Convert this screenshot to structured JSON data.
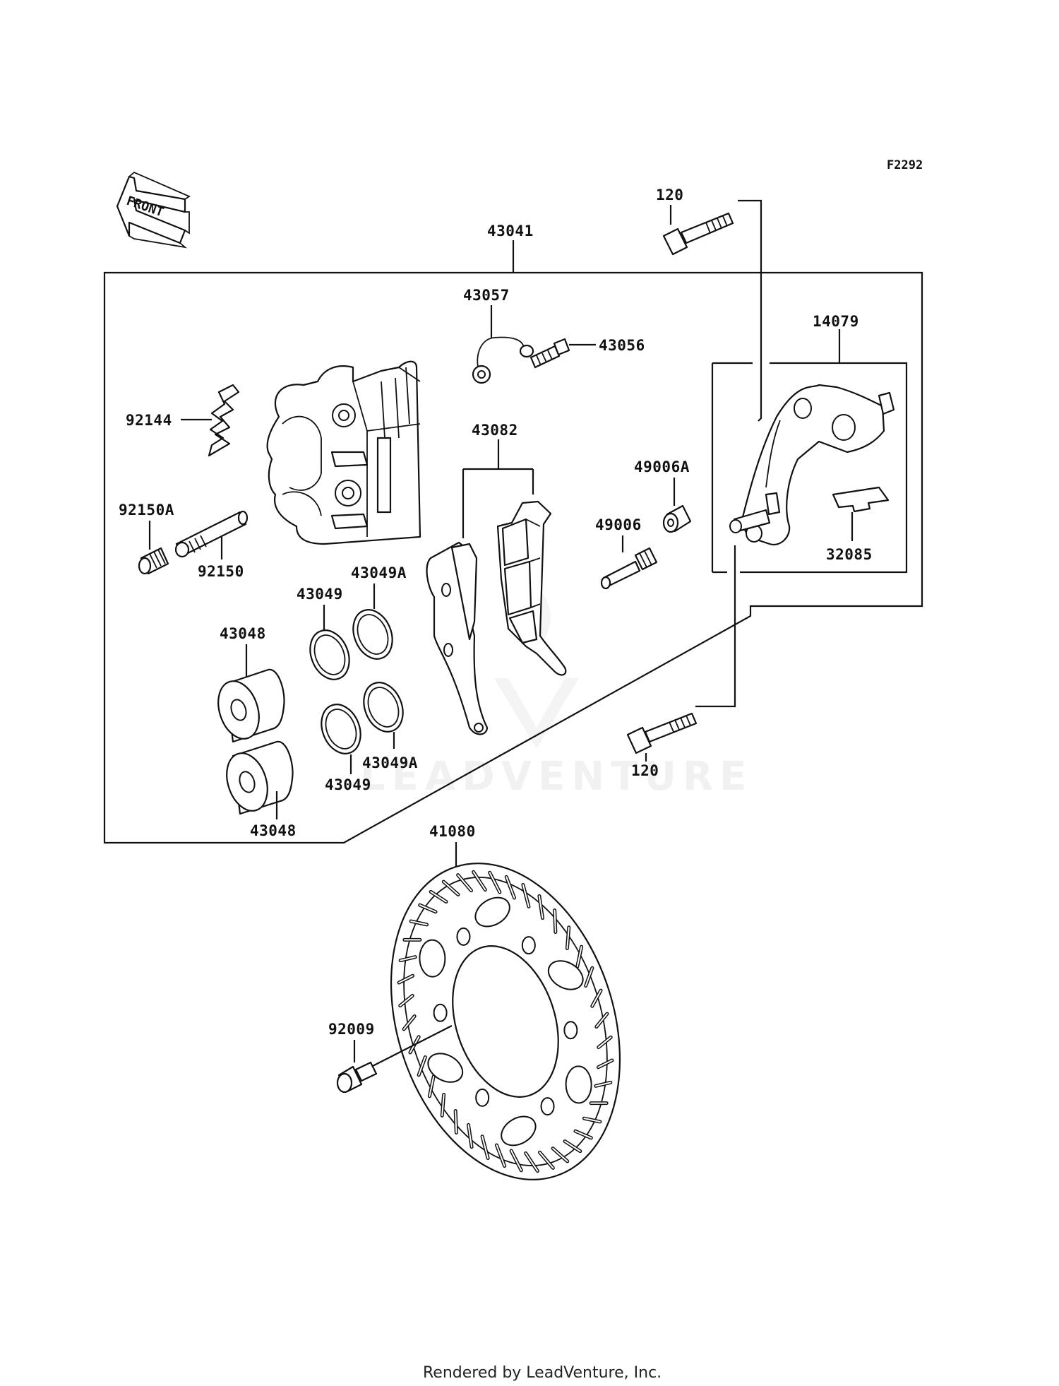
{
  "figure_code": "F2292",
  "orientation_label": "FRONT",
  "watermark": "LEADVENTURE",
  "footer": "Rendered by LeadVenture, Inc.",
  "callouts": {
    "c43041": "43041",
    "c120_top": "120",
    "c43057": "43057",
    "c43056": "43056",
    "c14079": "14079",
    "c92144": "92144",
    "c43082": "43082",
    "c49006A": "49006A",
    "c49006": "49006",
    "c92150A": "92150A",
    "c92150": "92150",
    "c32085": "32085",
    "c43049A_top": "43049A",
    "c43049_top": "43049",
    "c43048_top": "43048",
    "c120_bottom": "120",
    "c43049A_bottom": "43049A",
    "c43049_bottom": "43049",
    "c43048_bottom": "43048",
    "c41080": "41080",
    "c92009": "92009"
  }
}
